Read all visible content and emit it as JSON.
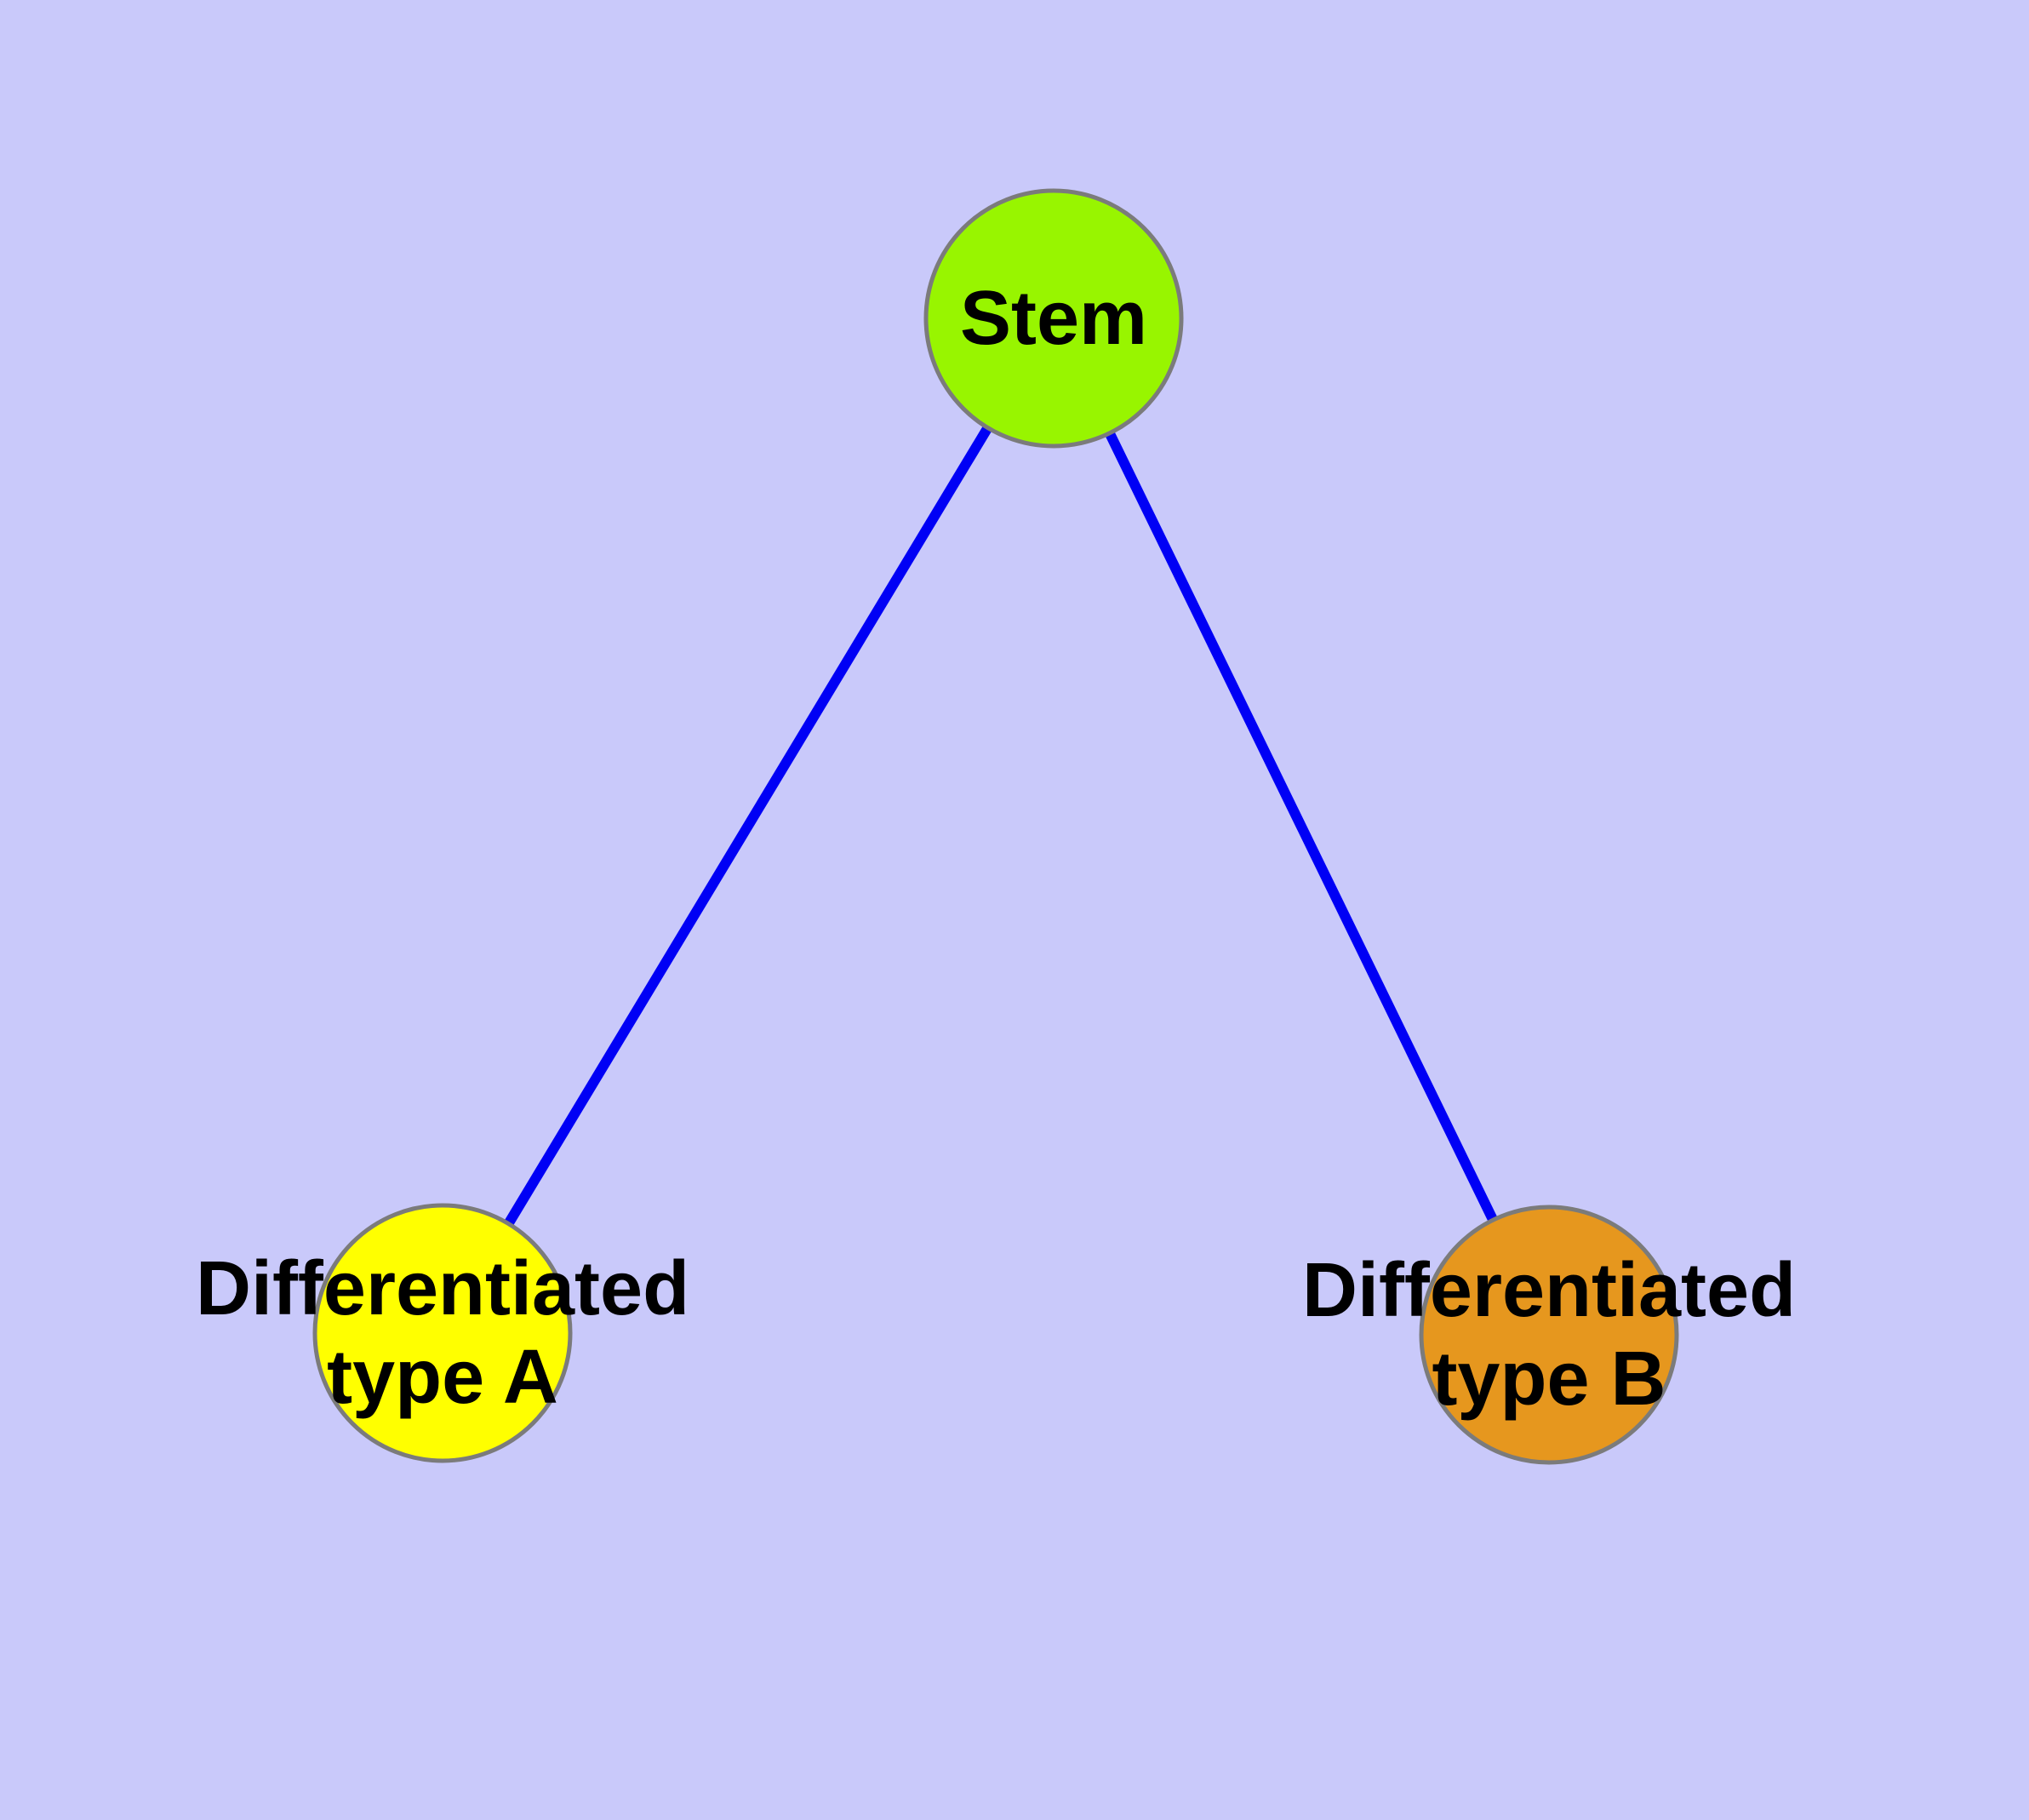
{
  "diagram": {
    "background_color": "#C9C9FA",
    "edge_color": "#0000F5",
    "node_border_color": "#7B7B7B",
    "label_color": "#000000",
    "nodes": [
      {
        "id": "stem",
        "label_lines": [
          "Stem"
        ],
        "fill_color": "#98F500"
      },
      {
        "id": "differentiated-type-a",
        "label_lines": [
          "Differentiated",
          "type A"
        ],
        "fill_color": "#FFFF00"
      },
      {
        "id": "differentiated-type-b",
        "label_lines": [
          "Differentiated",
          "type B"
        ],
        "fill_color": "#E6971E"
      }
    ],
    "edges": [
      {
        "from": "stem",
        "to": "differentiated-type-a"
      },
      {
        "from": "stem",
        "to": "differentiated-type-b"
      }
    ]
  }
}
